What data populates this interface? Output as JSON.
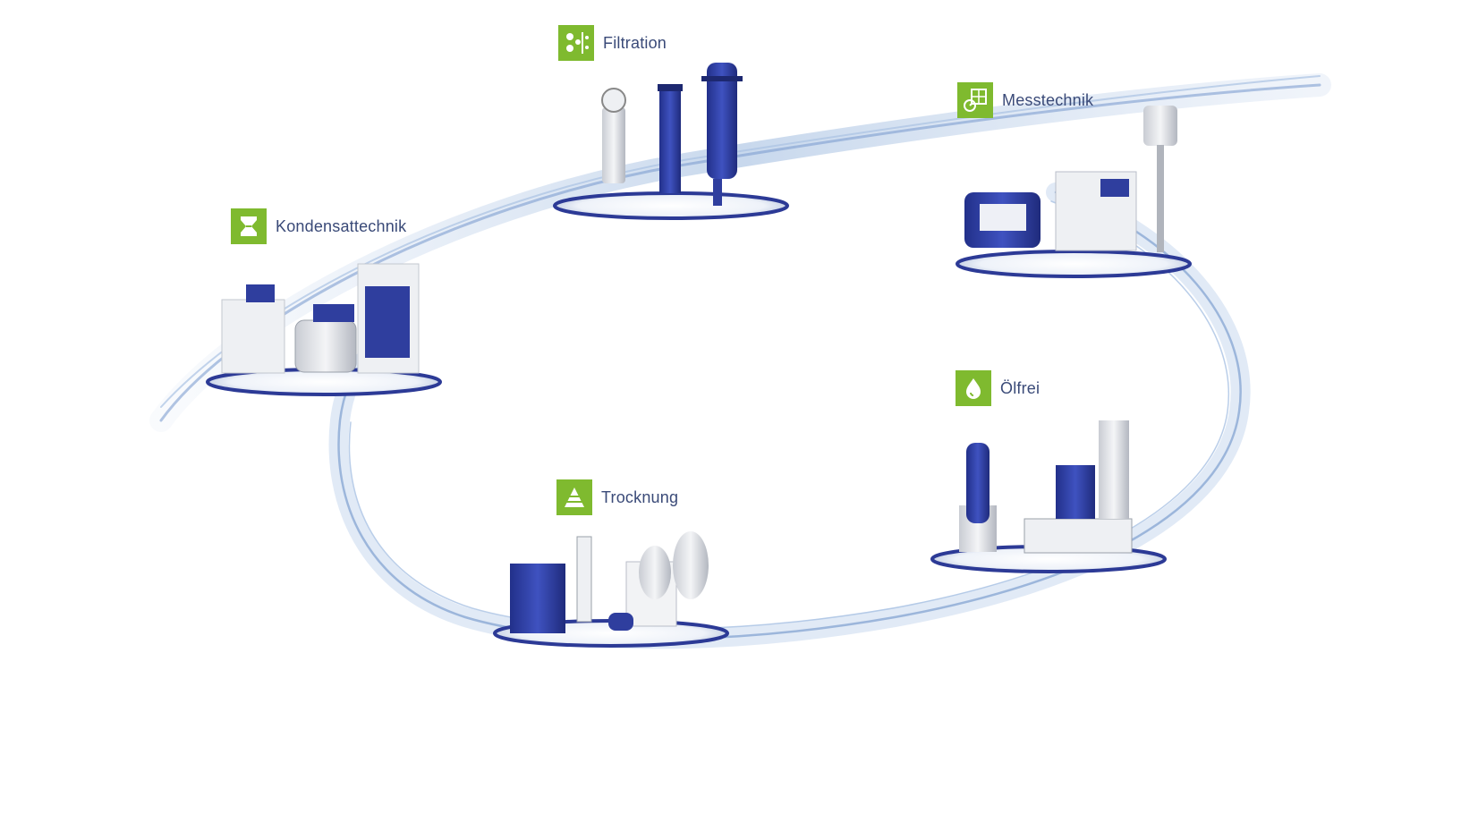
{
  "colors": {
    "badge": "#7fba2f",
    "label": "#3a4a78",
    "product_blue": "#2f3e9e",
    "platform_ring": "#2c3a96",
    "swoosh": "#9db8dc"
  },
  "categories": [
    {
      "id": "filtration",
      "label": "Filtration",
      "icon": "filtration-icon"
    },
    {
      "id": "messtechnik",
      "label": "Messtechnik",
      "icon": "measurement-icon"
    },
    {
      "id": "kondensattechnik",
      "label": "Kondensattechnik",
      "icon": "condensate-icon"
    },
    {
      "id": "oelfrei",
      "label": "Ölfrei",
      "icon": "oil-drop-icon"
    },
    {
      "id": "trocknung",
      "label": "Trocknung",
      "icon": "drying-icon"
    }
  ]
}
